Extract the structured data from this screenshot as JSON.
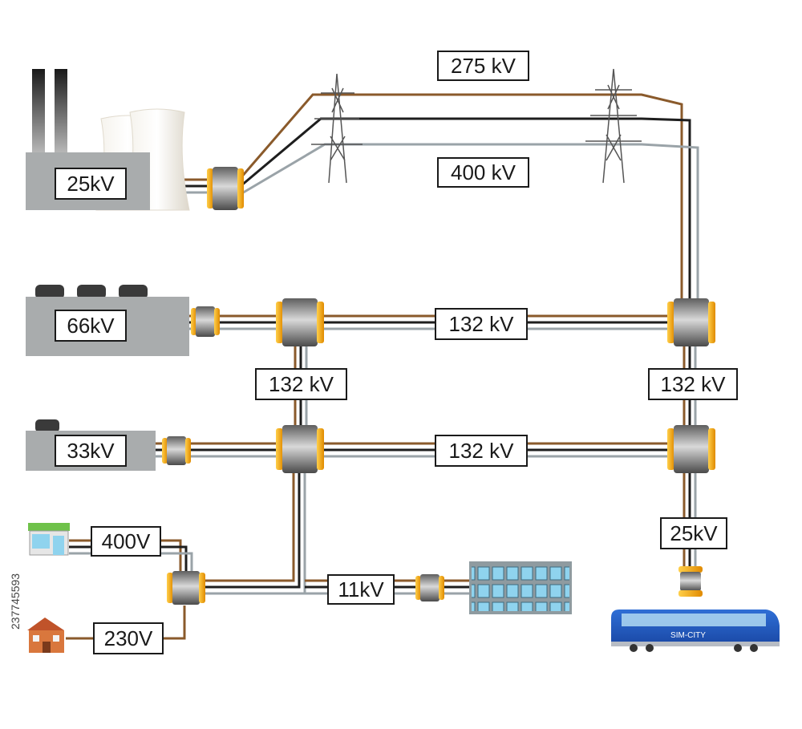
{
  "labels": {
    "plant_25kv": "25kV",
    "line_275kv": "275 kV",
    "line_400kv": "400 kV",
    "plant_66kv": "66kV",
    "bus_132kv_top": "132 kV",
    "riser_132kv_left": "132 kV",
    "riser_132kv_right": "132 kV",
    "plant_33kv": "33kV",
    "bus_132kv_mid": "132 kV",
    "rail_25kv": "25kV",
    "shop_400v": "400V",
    "house_230v": "230V",
    "dist_11kv": "11kV"
  },
  "train": {
    "name": "SIM-CITY"
  },
  "side_code": "237745593",
  "colors": {
    "brown": "#8a5a2b",
    "black": "#1e1e1e",
    "grey": "#9aa3a8",
    "transformer_orange": "#f2a91a",
    "transformer_body": "#8c8c8c",
    "plant_body": "#a9acad"
  }
}
